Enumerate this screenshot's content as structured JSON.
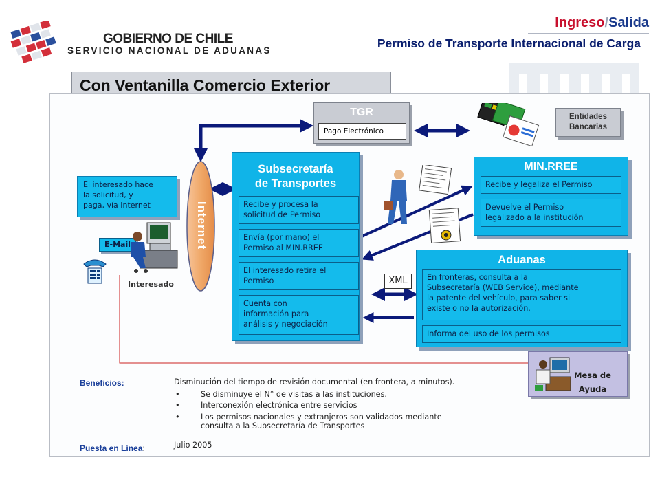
{
  "header": {
    "gov_line1": "GOBIERNO DE CHILE",
    "gov_line2": "SERVICIO NACIONAL DE ADUANAS",
    "nav_ingreso": "Ingreso",
    "nav_sep": "/",
    "nav_salida": "Salida",
    "subtitle": "Permiso de Transporte Internacional de Carga",
    "section_title": "Con Ventanilla Comercio Exterior"
  },
  "diagram": {
    "tgr": {
      "title": "TGR",
      "item": "Pago Electrónico"
    },
    "entidades": {
      "line1": "Entidades",
      "line2": "Bancarias"
    },
    "interesado_note": {
      "line1": "El interesado hace",
      "line2": "la solicitud,  y",
      "line3": "paga, vía Internet"
    },
    "email_label": "E-Mail",
    "interesado_label": "Interesado",
    "internet_label": "Internet",
    "subsecretaria": {
      "title1": "Subsecretaría",
      "title2": "de Transportes",
      "item1_l1": "Recibe y procesa la",
      "item1_l2": "solicitud  de Permiso",
      "item2_l1": "Envía (por mano) el",
      "item2_l2": "Permiso al MIN.RREE",
      "item3_l1": "El interesado retira el",
      "item3_l2": "Permiso",
      "item4_l1": "Cuenta con",
      "item4_l2": "información para",
      "item4_l3": "análisis  y negociación"
    },
    "minrree": {
      "title": "MIN.RREE",
      "item1": "Recibe y legaliza el Permiso",
      "item2_l1": "Devuelve el Permiso",
      "item2_l2": "legalizado  a la institución"
    },
    "aduanas": {
      "title": "Aduanas",
      "item1_l1": "En fronteras, consulta  a la",
      "item1_l2": "Subsecretaría (WEB Service), mediante",
      "item1_l3": "la patente del vehículo,  para saber si",
      "item1_l4": "existe o no la autorización.",
      "item2": "Informa del uso de los permisos"
    },
    "xml_label": "XML",
    "mesa": {
      "line1": "Mesa de",
      "line2": "Ayuda"
    }
  },
  "beneficios": {
    "label": "Beneficios:",
    "intro": "Disminución  del tiempo de revisión documental  (en frontera, a minutos).",
    "bullets": [
      "Se disminuye el N° de visitas  a las instituciones.",
      "Interconexión  electrónica entre servicios",
      "Los permisos nacionales  y extranjeros son validados mediante",
      "consulta  a la Subsecretaría de Transportes"
    ],
    "puesta_label": "Puesta en Línea",
    "puesta_colon": ":",
    "puesta_value": "Julio  2005"
  },
  "colors": {
    "cyan": "#10b4e8",
    "navy_arrow": "#0b1a7a",
    "red_line": "#cc2222",
    "internet_orange": "#f5b27a"
  }
}
